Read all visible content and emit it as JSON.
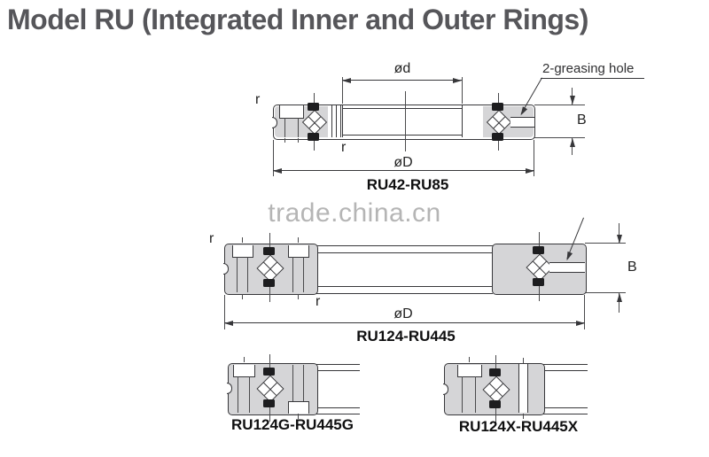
{
  "title": "Model RU (Integrated Inner and Outer Rings)",
  "watermark": "trade.china.cn",
  "labels": {
    "bore_dia": "ød",
    "outer_dia": "øD",
    "width": "B",
    "radius": "r",
    "greasing": "2-greasing hole"
  },
  "models": {
    "ru42": "RU42-RU85",
    "ru124": "RU124-RU445",
    "ru124g": "RU124G-RU445G",
    "ru124x": "RU124X-RU445X"
  },
  "colors": {
    "line": "#37373a",
    "fill": "#d5d5d7",
    "title_text": "#56565a",
    "watermark_text": "#b5b5b5",
    "label_text": "#222222"
  }
}
